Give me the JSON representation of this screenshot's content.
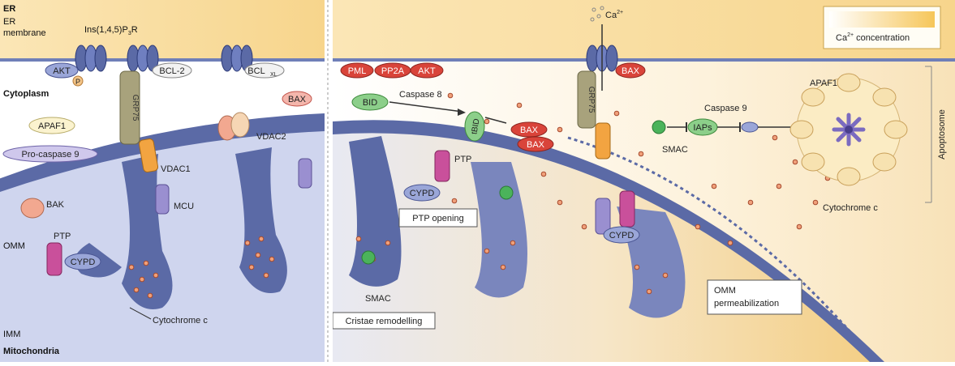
{
  "left_panel": {
    "region_er": "ER",
    "region_er_membrane_line1": "ER",
    "region_er_membrane_line2": "membrane",
    "ins_receptor": "Ins(1,4,5)P",
    "ins_receptor_sub": "3",
    "ins_receptor_suffix": "R",
    "akt": "AKT",
    "p": "P",
    "bcl2": "BCL-2",
    "bclxl": "BCL",
    "bclxl_sub": "XL",
    "cytoplasm": "Cytoplasm",
    "bax": "BAX",
    "apaf1": "APAF1",
    "grp75": "GRP75",
    "vdac2": "VDAC2",
    "pro_caspase9": "Pro-caspase 9",
    "vdac1": "VDAC1",
    "mcu": "MCU",
    "bak": "BAK",
    "omm": "OMM",
    "ptp": "PTP",
    "cypd": "CYPD",
    "cytochrome_c": "Cytochrome c",
    "imm": "IMM",
    "mitochondria": "Mitochondria"
  },
  "right_panel": {
    "calcium": "Ca",
    "calcium_sup": "2+",
    "legend_label": "Ca",
    "legend_sup": "2+",
    "legend_suffix": " concentration",
    "pml": "PML",
    "pp2a": "PP2A",
    "akt": "AKT",
    "bax_top": "BAX",
    "bid": "BID",
    "caspase8": "Caspase 8",
    "tbid": "tBID",
    "bax1": "BAX",
    "bax2": "BAX",
    "grp75": "GRP75",
    "ptp": "PTP",
    "cypd1": "CYPD",
    "ptp_opening": "PTP opening",
    "smac_top": "SMAC",
    "iaps": "IAPs",
    "caspase9": "Caspase 9",
    "apaf1": "APAF1",
    "apoptosome": "Apoptosome",
    "cytochrome_c": "Cytochrome c",
    "cypd2": "CYPD",
    "smac_bottom": "SMAC",
    "cristae_remodelling": "Cristae remodelling",
    "omm_perm_line1": "OMM",
    "omm_perm_line2": "permeabilization"
  },
  "colors": {
    "er_band": "#f9dd9c",
    "membrane_blue": "#5b6aa6",
    "matrix_light": "#c9d0ea",
    "red_protein": "#d9443a",
    "green_protein": "#8ccf8a",
    "channel_orange": "#f2a441",
    "channel_purple": "#9a8fd0",
    "channel_magenta": "#c9509b"
  }
}
